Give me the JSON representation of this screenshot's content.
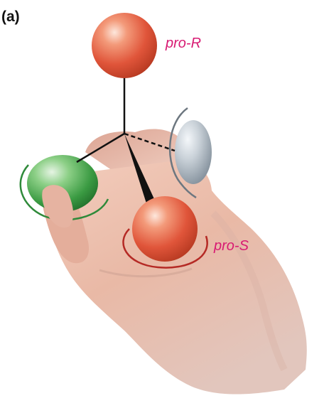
{
  "figure": {
    "panel_label": "(a)",
    "labels": {
      "pro_r": "pro-R",
      "pro_s": "pro-S"
    }
  },
  "colors": {
    "red_ball": "#e0553a",
    "green_ball": "#3a9a42",
    "gray_ball": "#aab4bd",
    "label_color": "#d81b73",
    "green_arc": "#2f8a3a",
    "red_arc": "#b52a25",
    "gray_arc": "#6d7780",
    "bond": "#111111",
    "skin": "#e9b9a6"
  },
  "icons": [
    "hand",
    "tetrahedral-molecule",
    "rotation-arcs"
  ]
}
